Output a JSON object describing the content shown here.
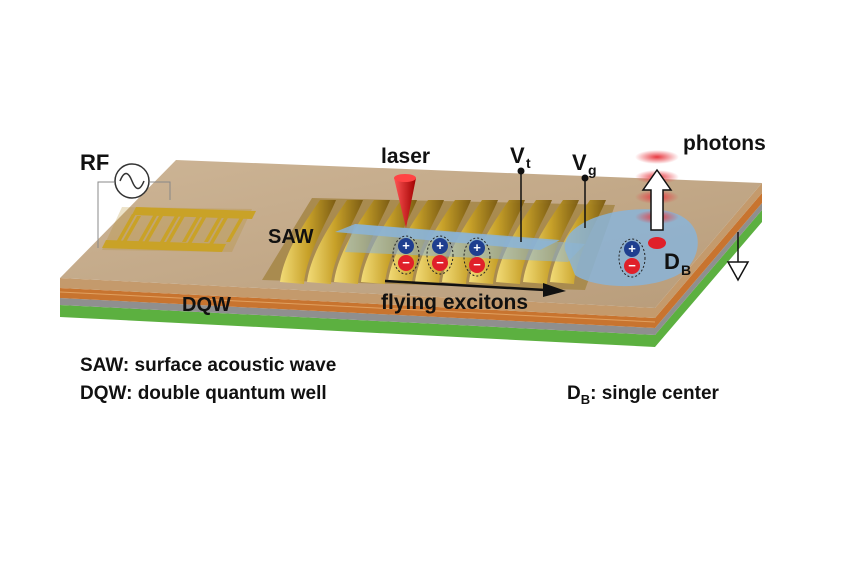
{
  "labels": {
    "rf": "RF",
    "laser": "laser",
    "vt_main": "V",
    "vt_sub": "t",
    "vg_main": "V",
    "vg_sub": "g",
    "photons": "photons",
    "saw": "SAW",
    "dqw": "DQW",
    "flying_excitons": "flying excitons",
    "db_main": "D",
    "db_sub": "B",
    "plus": "+",
    "minus": "−"
  },
  "legend": {
    "saw_line": "SAW: surface acoustic wave",
    "dqw_line": "DQW: double quantum well",
    "db_key_main": "D",
    "db_key_sub": "B",
    "db_line_rest": ": single center"
  },
  "colors": {
    "top_surface": "#c6ad8e",
    "layer_tan": "#c49a6c",
    "layer_orange": "#c8742f",
    "layer_gray": "#8f8f8f",
    "layer_green": "#5cb040",
    "gold": "#c9a227",
    "gate_blue": "#8ab4d8",
    "hole_blue": "#1f3f8f",
    "electron_red": "#e0202a",
    "photon_red": "#e8383f"
  },
  "icons": {
    "rf_source": "sine-wave-source-icon",
    "ground": "ground-symbol-icon",
    "emission": "up-arrow-icon"
  }
}
